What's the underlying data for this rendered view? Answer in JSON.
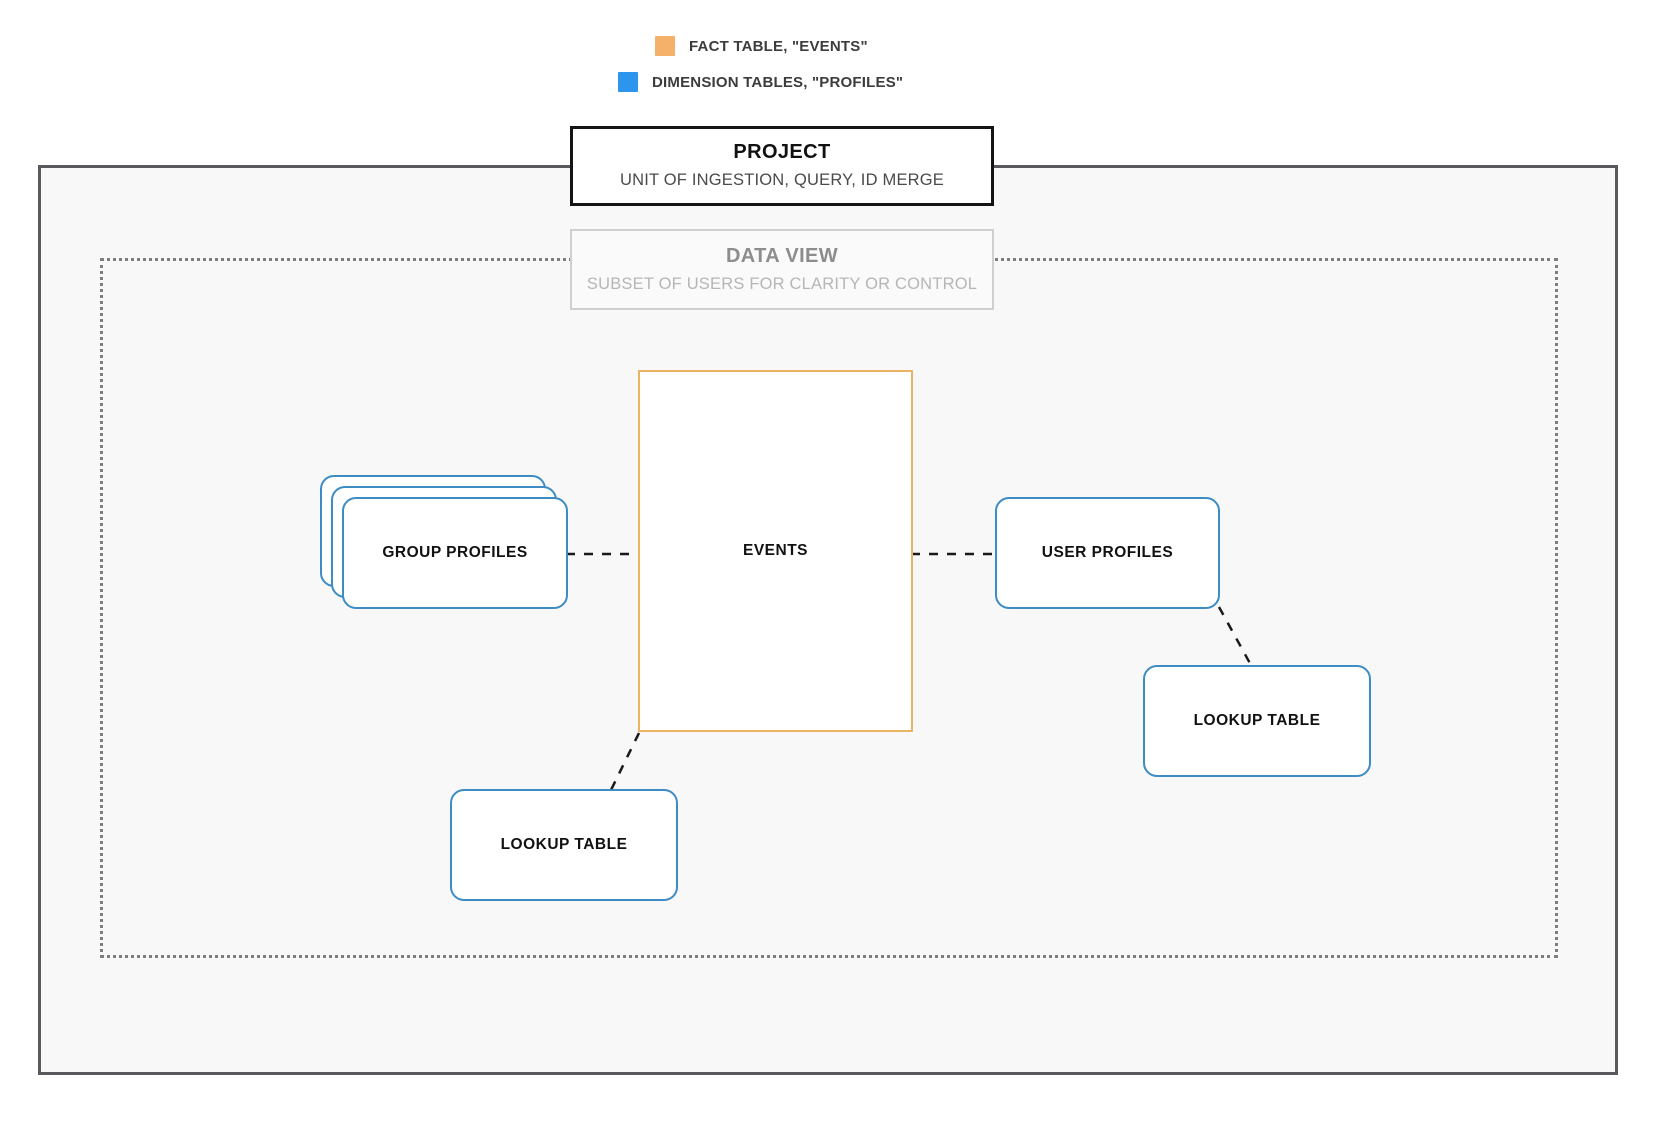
{
  "legend": {
    "items": [
      {
        "label": "FACT TABLE, \"EVENTS\"",
        "color": "#f5b16a",
        "swatch_name": "fact-table-swatch"
      },
      {
        "label": "DIMENSION TABLES, \"PROFILES\"",
        "color": "#2e95ef",
        "swatch_name": "dimension-tables-swatch"
      }
    ]
  },
  "project": {
    "title": "PROJECT",
    "subtitle": "UNIT OF INGESTION, QUERY, ID MERGE"
  },
  "data_view": {
    "title": "DATA VIEW",
    "subtitle": "SUBSET OF USERS FOR CLARITY OR CONTROL"
  },
  "nodes": {
    "events": "EVENTS",
    "group_profiles": "GROUP PROFILES",
    "user_profiles": "USER PROFILES",
    "lookup_table_left": "LOOKUP TABLE",
    "lookup_table_right": "LOOKUP TABLE"
  },
  "colors": {
    "fact_orange": "#eab464",
    "dimension_blue": "#3d8dc4",
    "frame_dark": "#5a5a5e",
    "frame_dotted": "#7d7d82",
    "connector": "#1a1a1a",
    "background": "#f8f8f8"
  },
  "connections": [
    {
      "from": "group-profiles",
      "to": "events",
      "style": "dashed"
    },
    {
      "from": "events",
      "to": "user-profiles",
      "style": "dashed"
    },
    {
      "from": "events",
      "to": "lookup-table-left",
      "style": "dashed"
    },
    {
      "from": "user-profiles",
      "to": "lookup-table-right",
      "style": "dashed"
    }
  ]
}
